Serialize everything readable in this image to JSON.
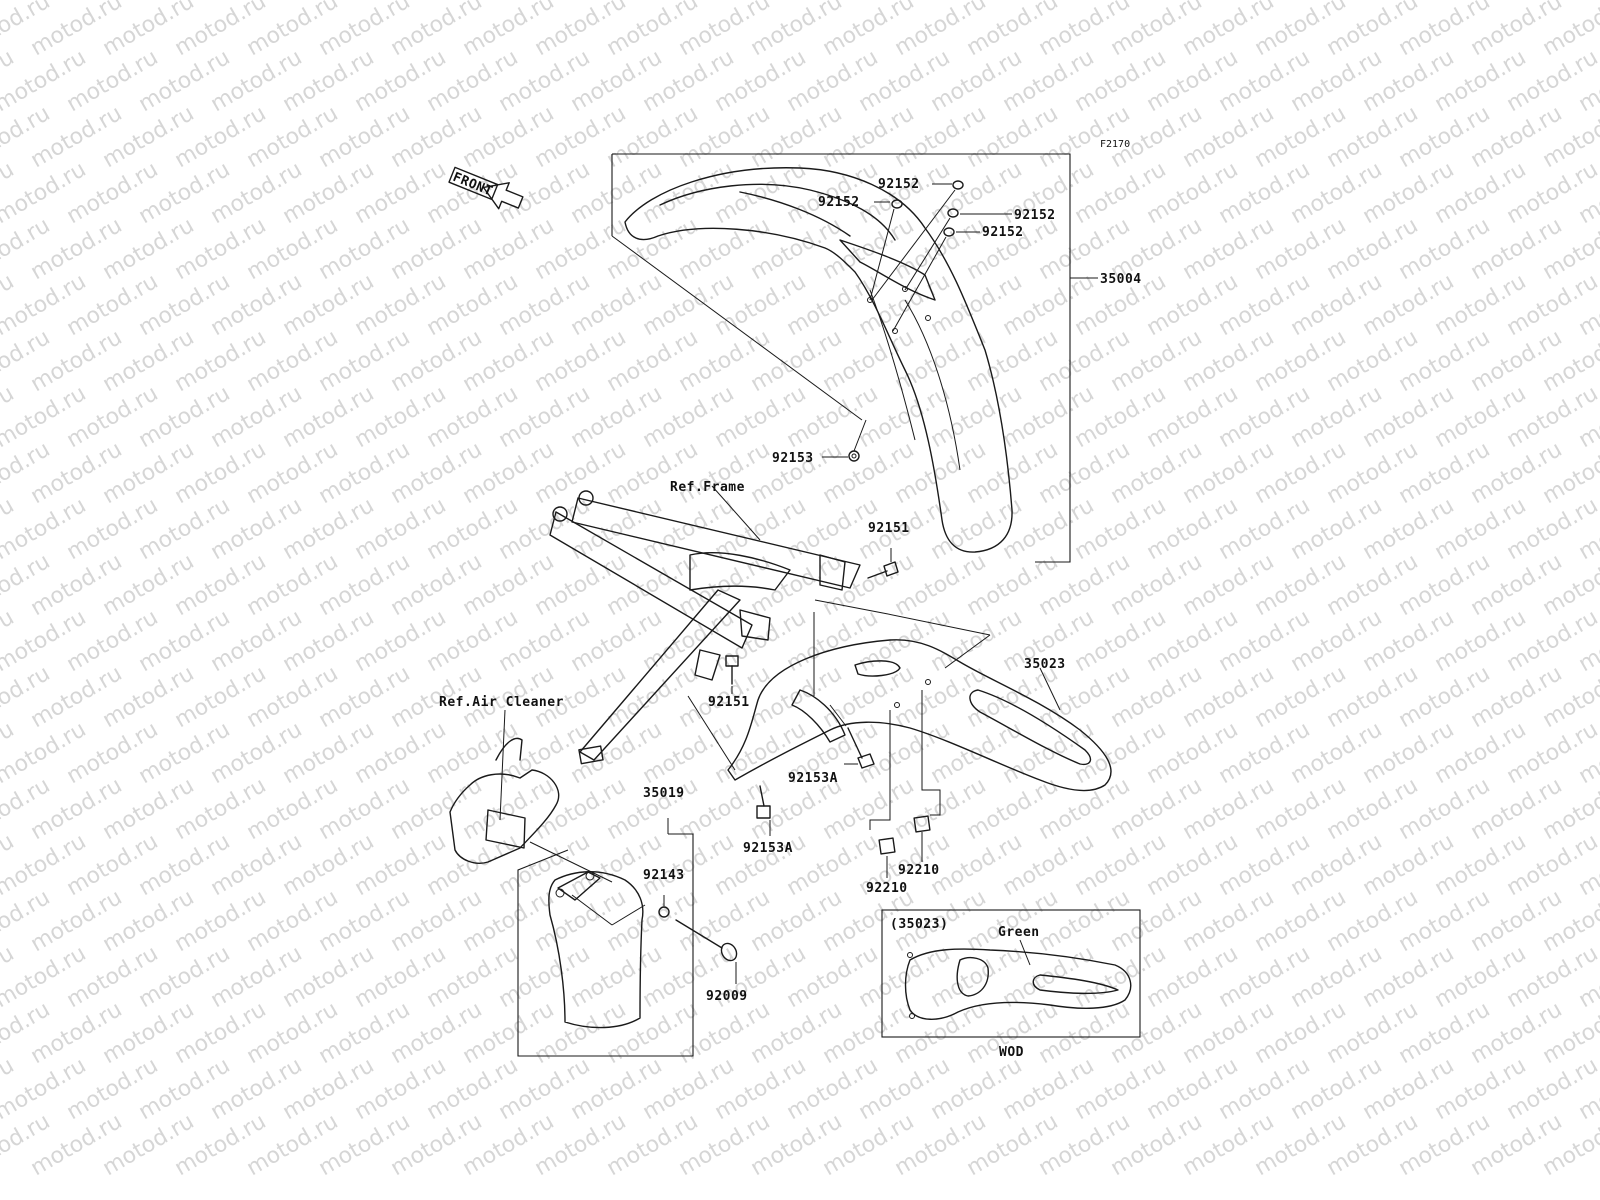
{
  "diagram": {
    "figure_code": "F2170",
    "watermark": "motod.ru",
    "front_arrow": "FRONT",
    "callouts": {
      "washer_1": "92152",
      "washer_2": "92152",
      "washer_3": "92152",
      "washer_4": "92152",
      "front_fender": "35004",
      "bolt_front": "92153",
      "ref_frame": "Ref.Frame",
      "bolt_upper": "92151",
      "rear_fender": "35023",
      "bolt_lower": "92151",
      "ref_air_cleaner": "Ref.Air Cleaner",
      "bolt_a_1": "92153A",
      "bolt_a_2": "92153A",
      "flap": "35019",
      "washer_flap": "92143",
      "screw_flap": "92009",
      "nut_1": "92210",
      "nut_2": "92210"
    },
    "inset": {
      "part_ref": "(35023)",
      "color": "Green",
      "caption": "WOD"
    }
  }
}
